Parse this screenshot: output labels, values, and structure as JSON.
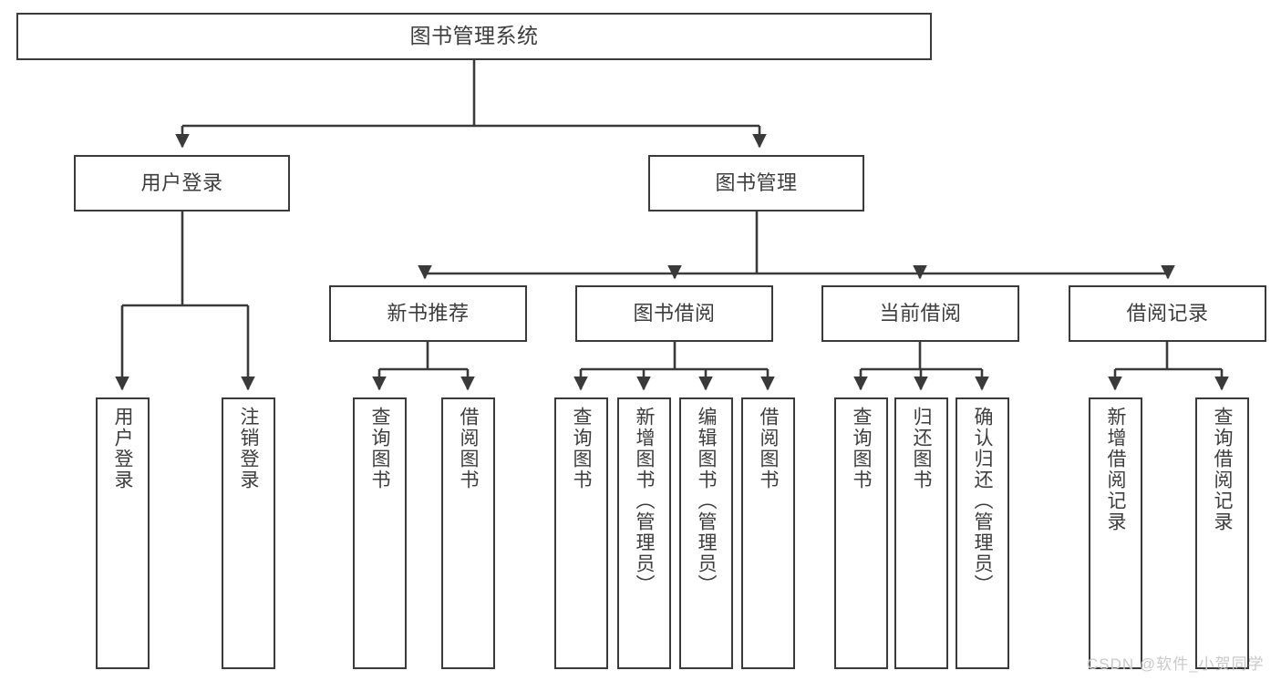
{
  "diagram": {
    "title": "图书管理系统",
    "type": "tree-hierarchy-chart",
    "root": {
      "label": "图书管理系统"
    },
    "level2": [
      {
        "label": "用户登录"
      },
      {
        "label": "图书管理"
      }
    ],
    "level3": [
      {
        "label": "新书推荐"
      },
      {
        "label": "图书借阅"
      },
      {
        "label": "当前借阅"
      },
      {
        "label": "借阅记录"
      }
    ],
    "leaves": {
      "user_login": [
        {
          "label": "用户登录"
        },
        {
          "label": "注销登录"
        }
      ],
      "new_book_recommend": [
        {
          "label": "查询图书"
        },
        {
          "label": "借阅图书"
        }
      ],
      "book_borrow": [
        {
          "label": "查询图书"
        },
        {
          "label": "新增图书（管理员）"
        },
        {
          "label": "编辑图书（管理员）"
        },
        {
          "label": "借阅图书"
        }
      ],
      "current_borrow": [
        {
          "label": "查询图书"
        },
        {
          "label": "归还图书"
        },
        {
          "label": "确认归还（管理员）"
        }
      ],
      "borrow_record": [
        {
          "label": "新增借阅记录"
        },
        {
          "label": "查询借阅记录"
        }
      ]
    }
  },
  "watermark": {
    "text": "CSDN @软件_小贺同学"
  },
  "colors": {
    "stroke": "#3a3a3a",
    "text": "#3d3d3d",
    "background": "#ffffff",
    "watermark": "#c9c9c9"
  }
}
